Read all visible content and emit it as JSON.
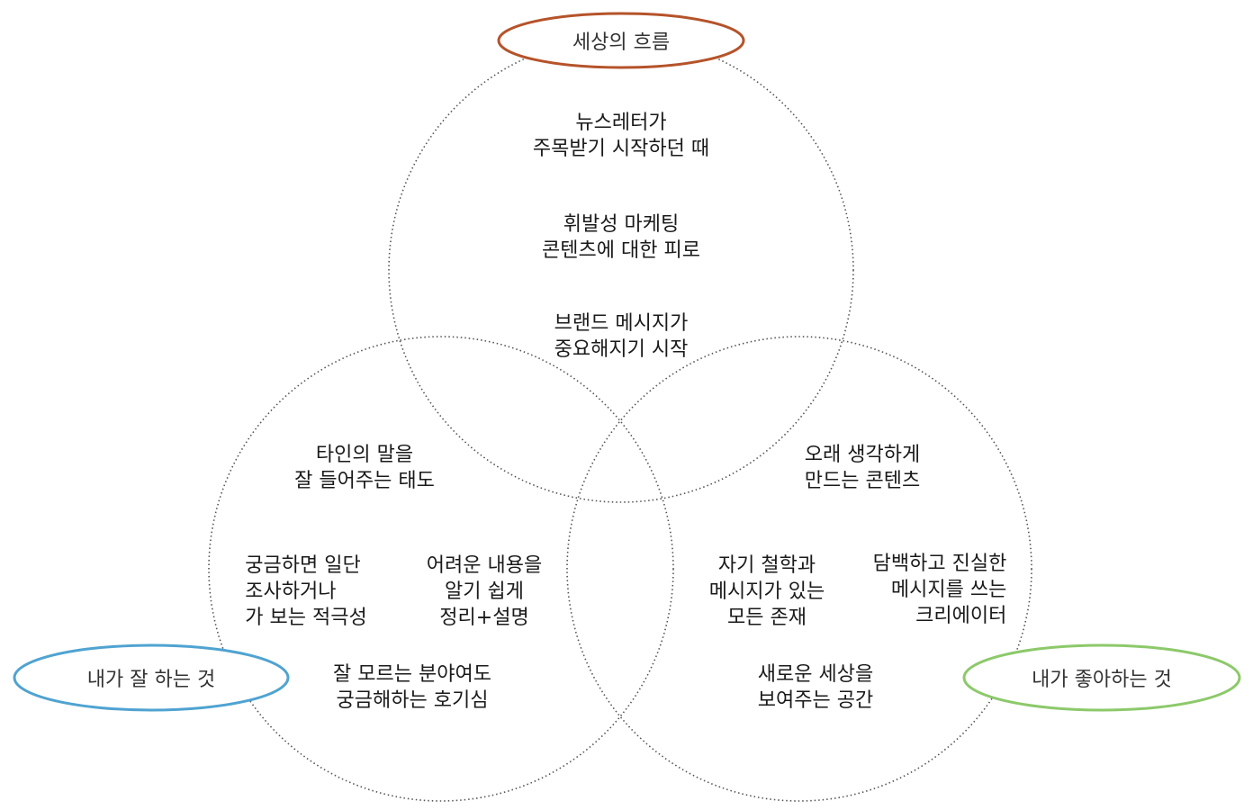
{
  "colors": {
    "trend_ellipse": "#b5532a",
    "skill_ellipse": "#4fa3d1",
    "like_ellipse": "#8cc96a",
    "circle_stroke": "#555555",
    "text": "#1a1a1a"
  },
  "labels": {
    "trend": "세상의 흐름",
    "skill": "내가 잘 하는 것",
    "like": "내가 좋아하는 것"
  },
  "trend_items": [
    [
      "뉴스레터가",
      "주목받기 시작하던 때"
    ],
    [
      "휘발성 마케팅",
      "콘텐츠에 대한 피로"
    ],
    [
      "브랜드 메시지가",
      "중요해지기 시작"
    ]
  ],
  "skill_items": [
    [
      "타인의 말을",
      "잘 들어주는 태도"
    ],
    [
      "궁금하면 일단",
      "조사하거나",
      "가 보는 적극성"
    ],
    [
      "어려운 내용을",
      "알기 쉽게",
      "정리+설명"
    ],
    [
      "잘 모르는 분야여도",
      "궁금해하는 호기심"
    ]
  ],
  "like_items": [
    [
      "오래 생각하게",
      "만드는 콘텐츠"
    ],
    [
      "자기 철학과",
      "메시지가 있는",
      "모든 존재"
    ],
    [
      "담백하고 진실한",
      "메시지를 쓰는",
      "크리에이터"
    ],
    [
      "새로운 세상을",
      "보여주는 공간"
    ]
  ]
}
